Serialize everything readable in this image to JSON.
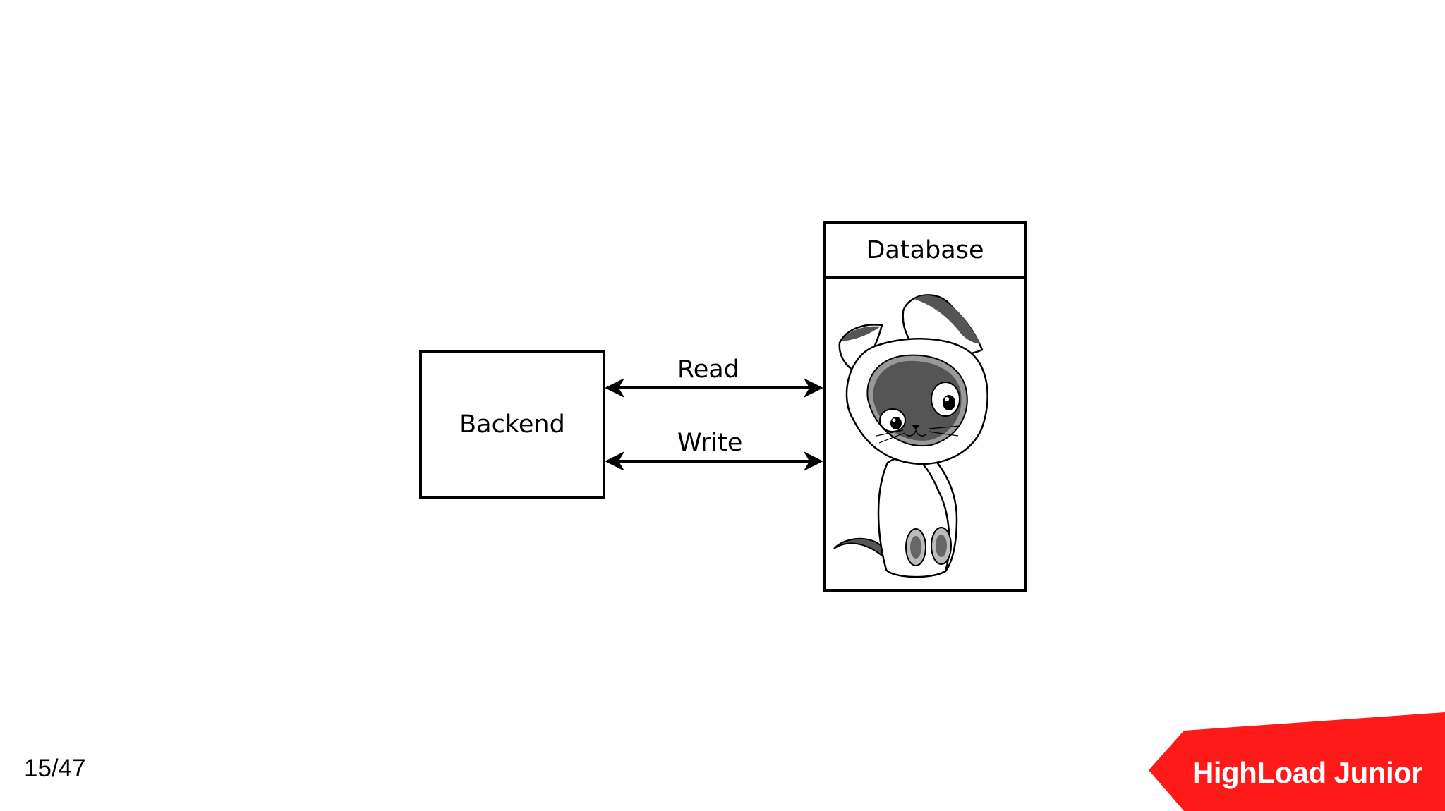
{
  "diagram": {
    "backend_label": "Backend",
    "database_label": "Database",
    "read_label": "Read",
    "write_label": "Write",
    "illustration": "cat-icon"
  },
  "footer": {
    "page_number": "15/47",
    "brand": "HighLoad Junior",
    "brand_color": "#ff1a1a"
  }
}
